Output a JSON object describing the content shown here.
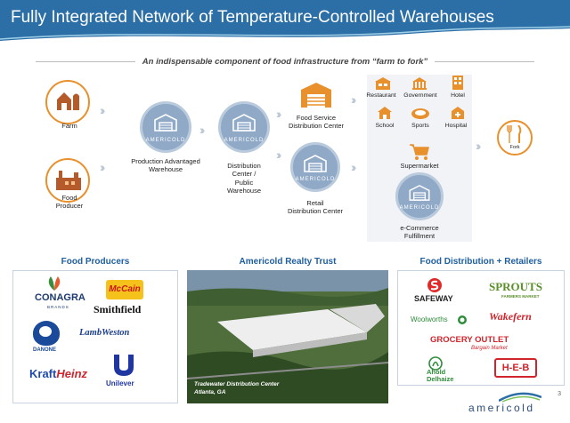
{
  "header": {
    "title": "Fully Integrated Network of Temperature-Controlled Warehouses"
  },
  "tagline": "An indispensable component of food infrastructure from “farm to fork”",
  "flow": {
    "farm": "Farm",
    "food_producer": [
      "Food",
      "Producer"
    ],
    "production_warehouse": [
      "Production Advantaged",
      "Warehouse"
    ],
    "distribution_warehouse": [
      "Distribution",
      "Center /",
      "Public",
      "Warehouse"
    ],
    "food_service": [
      "Food Service",
      "Distribution Center"
    ],
    "retail": [
      "Retail",
      "Distribution Center"
    ],
    "customers": [
      "Restaurant",
      "Government",
      "Hotel",
      "School",
      "Sports",
      "Hospital"
    ],
    "supermarket": "Supermarket",
    "ecommerce": [
      "e-Commerce",
      "Fulfillment"
    ],
    "fork": "Fork",
    "brand_mark": "AMERICOLD"
  },
  "colors": {
    "accent": "#e8902c",
    "brand": "#2c6ea6",
    "warehouse": "#8fa9c7",
    "title": "#1f5fa0"
  },
  "sections": {
    "producers": {
      "title": "Food Producers",
      "logos": [
        "CONAGRA",
        "BRANDS",
        "McCain",
        "Smithfield",
        "DANONE",
        "LambWeston",
        "Kraft",
        "Heinz",
        "Unilever"
      ]
    },
    "realty": {
      "title": "Americold Realty Trust",
      "caption": [
        "Tradewater Distribution Center",
        "Atlanta, GA"
      ]
    },
    "retailers": {
      "title": "Food Distribution + Retailers",
      "logos": [
        "SAFEWAY",
        "SPROUTS",
        "FARMERS MARKET",
        "Woolworths",
        "Wakefern",
        "GROCERY OUTLET",
        "Bargain Market",
        "Ahold",
        "Delhaize",
        "H-E-B"
      ]
    }
  },
  "footer": {
    "page": "3",
    "logo": "americold"
  }
}
